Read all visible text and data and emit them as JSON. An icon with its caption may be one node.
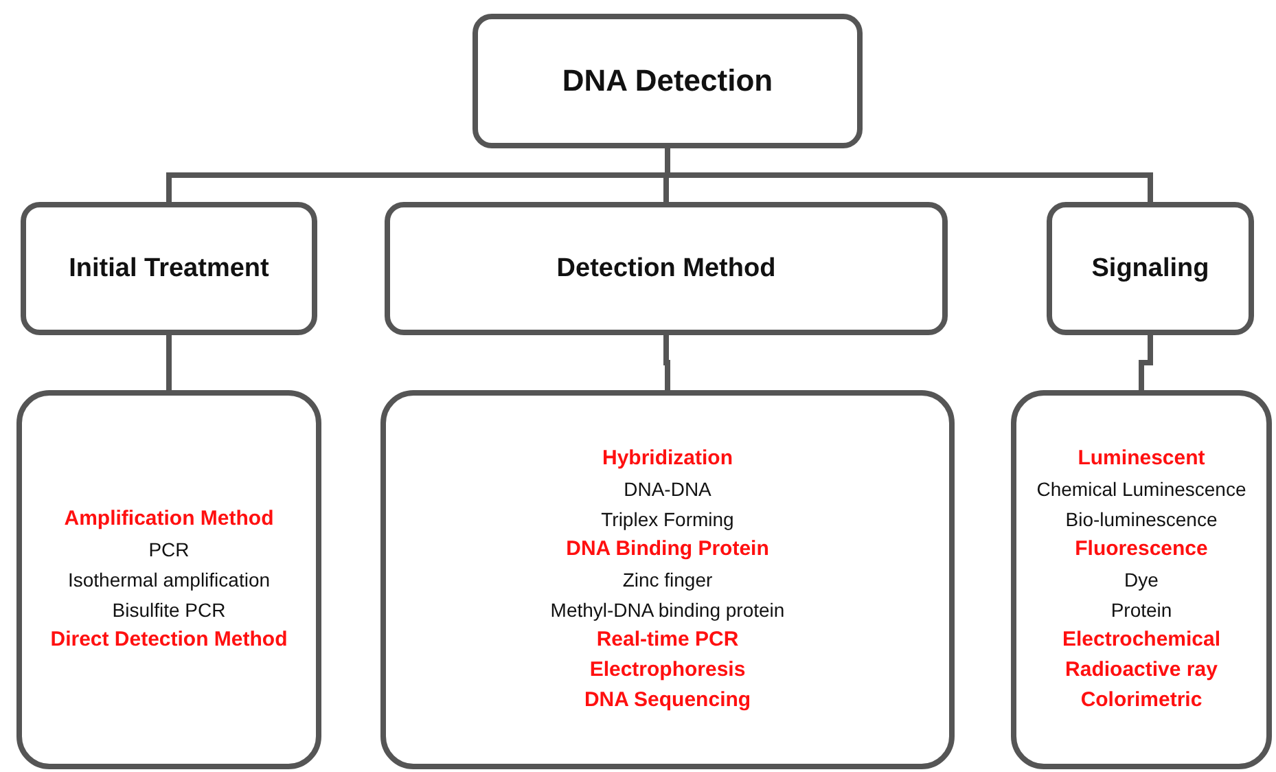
{
  "diagram": {
    "nodes": [
      {
        "text": [
          "DNA Detection"
        ]
      },
      {
        "text": [
          "Initial Treatment"
        ]
      },
      {
        "text": [
          "Detection Method"
        ]
      },
      {
        "text": [
          "Signaling"
        ]
      },
      {
        "text": [
          "Amplification Method",
          "PCR",
          "Isothermal amplification",
          "Bisulfite PCR",
          "Direct Detection Method"
        ]
      },
      {
        "text": [
          "Hybridization",
          "DNA-DNA",
          "Triplex Forming",
          "DNA Binding Protein",
          "Zinc finger",
          "Methyl-DNA binding protein",
          "Real-time PCR",
          "Electrophoresis",
          "DNA Sequencing"
        ]
      },
      {
        "text": [
          "Luminescent",
          "Chemical Luminescence",
          "Bio-luminescence",
          "Fluorescence",
          "Dye",
          "Protein",
          "Electrochemical",
          "Radioactive ray",
          "Colorimetric"
        ]
      }
    ],
    "edges": [
      {
        "from": 0,
        "to": 1,
        "arrow": "none"
      },
      {
        "from": 0,
        "to": 2,
        "arrow": "none"
      },
      {
        "from": 0,
        "to": 3,
        "arrow": "none"
      },
      {
        "from": 1,
        "to": 4,
        "arrow": "none"
      },
      {
        "from": 2,
        "to": 5,
        "arrow": "none"
      },
      {
        "from": 3,
        "to": 6,
        "arrow": "none"
      }
    ]
  }
}
